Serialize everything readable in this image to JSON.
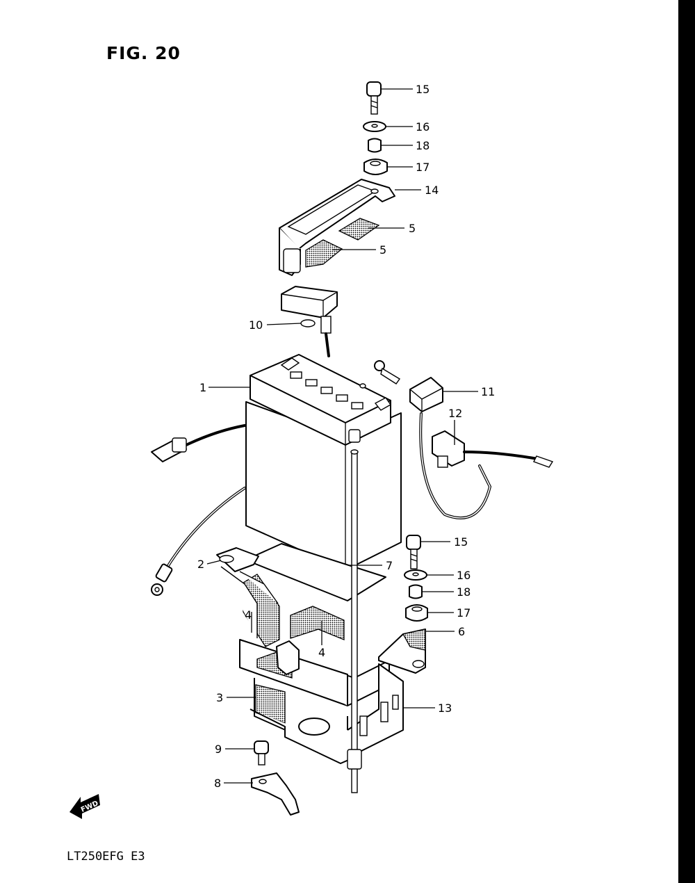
{
  "figure": {
    "title": "FIG. 20",
    "model_code": "LT250EFG  E3"
  },
  "fwd_badge": "FWD",
  "callouts": [
    {
      "id": "c15a",
      "label": "15"
    },
    {
      "id": "c16a",
      "label": "16"
    },
    {
      "id": "c18a",
      "label": "18"
    },
    {
      "id": "c17a",
      "label": "17"
    },
    {
      "id": "c14",
      "label": "14"
    },
    {
      "id": "c5a",
      "label": "5"
    },
    {
      "id": "c5b",
      "label": "5"
    },
    {
      "id": "c10",
      "label": "10"
    },
    {
      "id": "c1",
      "label": "1"
    },
    {
      "id": "c11",
      "label": "11"
    },
    {
      "id": "c12",
      "label": "12"
    },
    {
      "id": "c15b",
      "label": "15"
    },
    {
      "id": "c2",
      "label": "2"
    },
    {
      "id": "c7",
      "label": "7"
    },
    {
      "id": "c16b",
      "label": "16"
    },
    {
      "id": "c18b",
      "label": "18"
    },
    {
      "id": "c4a",
      "label": "4"
    },
    {
      "id": "c17b",
      "label": "17"
    },
    {
      "id": "c6",
      "label": "6"
    },
    {
      "id": "c4b",
      "label": "4"
    },
    {
      "id": "c3",
      "label": "3"
    },
    {
      "id": "c13",
      "label": "13"
    },
    {
      "id": "c9",
      "label": "9"
    },
    {
      "id": "c8",
      "label": "8"
    }
  ]
}
